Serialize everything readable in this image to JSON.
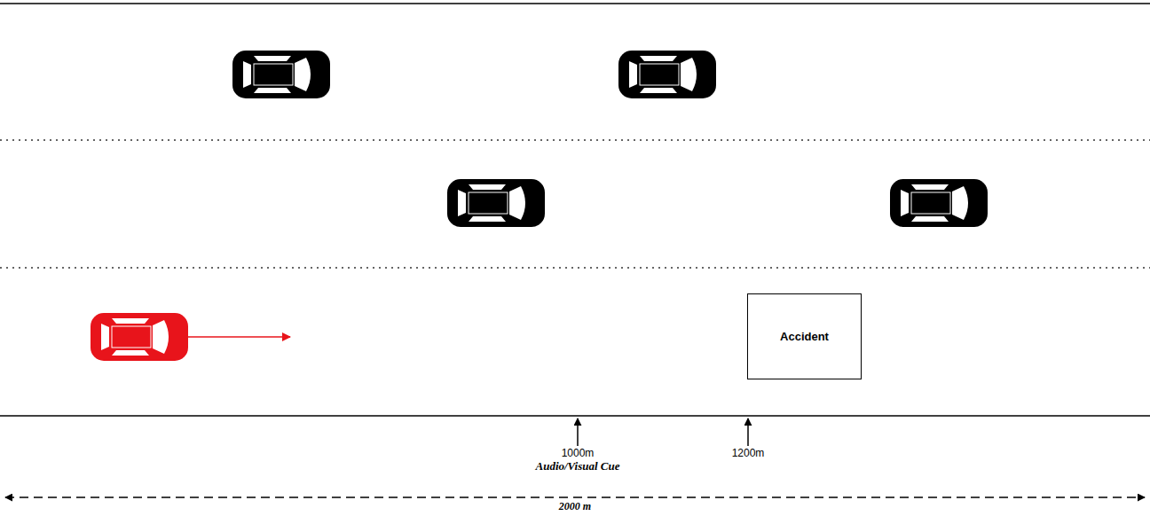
{
  "diagram": {
    "nodes": [
      {
        "text": [
          "Accident"
        ]
      }
    ],
    "labels": [
      "1000m",
      "Audio/Visual Cue",
      "1200m",
      "2000 m"
    ]
  }
}
